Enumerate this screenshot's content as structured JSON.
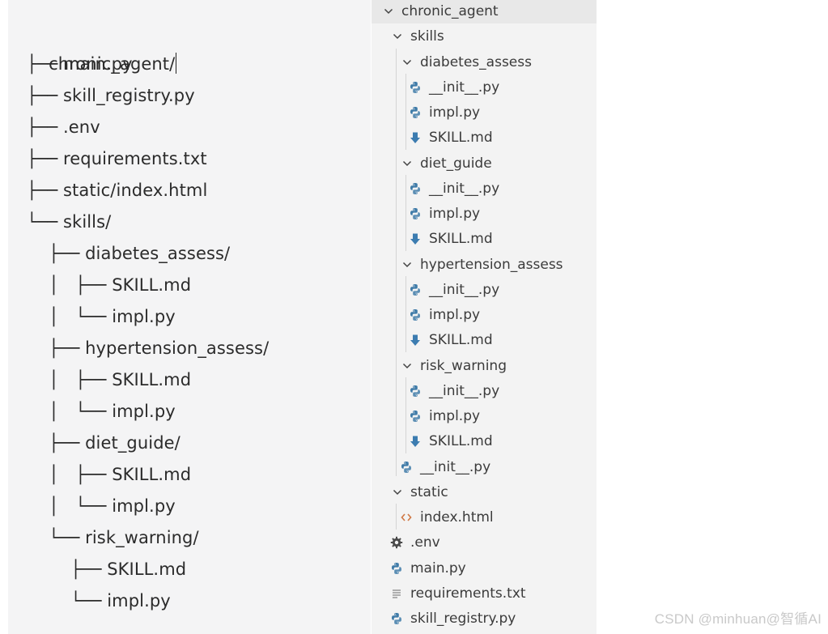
{
  "ascii_tree": {
    "root_label": "chronic_agent/",
    "lines": [
      {
        "prefix": "├── ",
        "name": "main.py"
      },
      {
        "prefix": "├── ",
        "name": "skill_registry.py"
      },
      {
        "prefix": "├── ",
        "name": ".env"
      },
      {
        "prefix": "├── ",
        "name": "requirements.txt"
      },
      {
        "prefix": "├── ",
        "name": "static/index.html"
      },
      {
        "prefix": "└── ",
        "name": "skills/"
      },
      {
        "prefix": "    ├── ",
        "name": "diabetes_assess/"
      },
      {
        "prefix": "    │   ├── ",
        "name": "SKILL.md"
      },
      {
        "prefix": "    │   └── ",
        "name": "impl.py"
      },
      {
        "prefix": "    ├── ",
        "name": "hypertension_assess/"
      },
      {
        "prefix": "    │   ├── ",
        "name": "SKILL.md"
      },
      {
        "prefix": "    │   └── ",
        "name": "impl.py"
      },
      {
        "prefix": "    ├── ",
        "name": "diet_guide/"
      },
      {
        "prefix": "    │   ├── ",
        "name": "SKILL.md"
      },
      {
        "prefix": "    │   └── ",
        "name": "impl.py"
      },
      {
        "prefix": "    └── ",
        "name": "risk_warning/"
      },
      {
        "prefix": "        ├── ",
        "name": "SKILL.md"
      },
      {
        "prefix": "        └── ",
        "name": "impl.py"
      }
    ]
  },
  "explorer": {
    "items": [
      {
        "label": "chronic_agent",
        "type": "folder",
        "expanded": true,
        "depth": 0
      },
      {
        "label": "skills",
        "type": "folder",
        "expanded": true,
        "depth": 1
      },
      {
        "label": "diabetes_assess",
        "type": "folder",
        "expanded": true,
        "depth": 2
      },
      {
        "label": "__init__.py",
        "type": "python",
        "depth": 3
      },
      {
        "label": "impl.py",
        "type": "python",
        "depth": 3
      },
      {
        "label": "SKILL.md",
        "type": "markdown",
        "depth": 3
      },
      {
        "label": "diet_guide",
        "type": "folder",
        "expanded": true,
        "depth": 2
      },
      {
        "label": "__init__.py",
        "type": "python",
        "depth": 3
      },
      {
        "label": "impl.py",
        "type": "python",
        "depth": 3
      },
      {
        "label": "SKILL.md",
        "type": "markdown",
        "depth": 3
      },
      {
        "label": "hypertension_assess",
        "type": "folder",
        "expanded": true,
        "depth": 2
      },
      {
        "label": "__init__.py",
        "type": "python",
        "depth": 3
      },
      {
        "label": "impl.py",
        "type": "python",
        "depth": 3
      },
      {
        "label": "SKILL.md",
        "type": "markdown",
        "depth": 3
      },
      {
        "label": "risk_warning",
        "type": "folder",
        "expanded": true,
        "depth": 2
      },
      {
        "label": "__init__.py",
        "type": "python",
        "depth": 3
      },
      {
        "label": "impl.py",
        "type": "python",
        "depth": 3
      },
      {
        "label": "SKILL.md",
        "type": "markdown",
        "depth": 3
      },
      {
        "label": "__init__.py",
        "type": "python",
        "depth": 2
      },
      {
        "label": "static",
        "type": "folder",
        "expanded": true,
        "depth": 1
      },
      {
        "label": "index.html",
        "type": "html",
        "depth": 2
      },
      {
        "label": ".env",
        "type": "gear",
        "depth": 1
      },
      {
        "label": "main.py",
        "type": "python",
        "depth": 1
      },
      {
        "label": "requirements.txt",
        "type": "text",
        "depth": 1
      },
      {
        "label": "skill_registry.py",
        "type": "python",
        "depth": 1
      }
    ]
  },
  "icon_names": {
    "folder": "chevron-down-icon",
    "python": "python-icon",
    "markdown": "markdown-download-icon",
    "html": "html-brackets-icon",
    "gear": "gear-icon",
    "text": "text-lines-icon"
  },
  "colors": {
    "python_blue": "#3f7ba8",
    "python_yellow": "#f5c84a",
    "markdown_blue": "#3c7cb0",
    "html_orange": "#d07844",
    "gear_gray": "#4a4a4a",
    "text_gray": "#8a8a8a"
  },
  "watermark": "CSDN @minhuan@智循AI"
}
